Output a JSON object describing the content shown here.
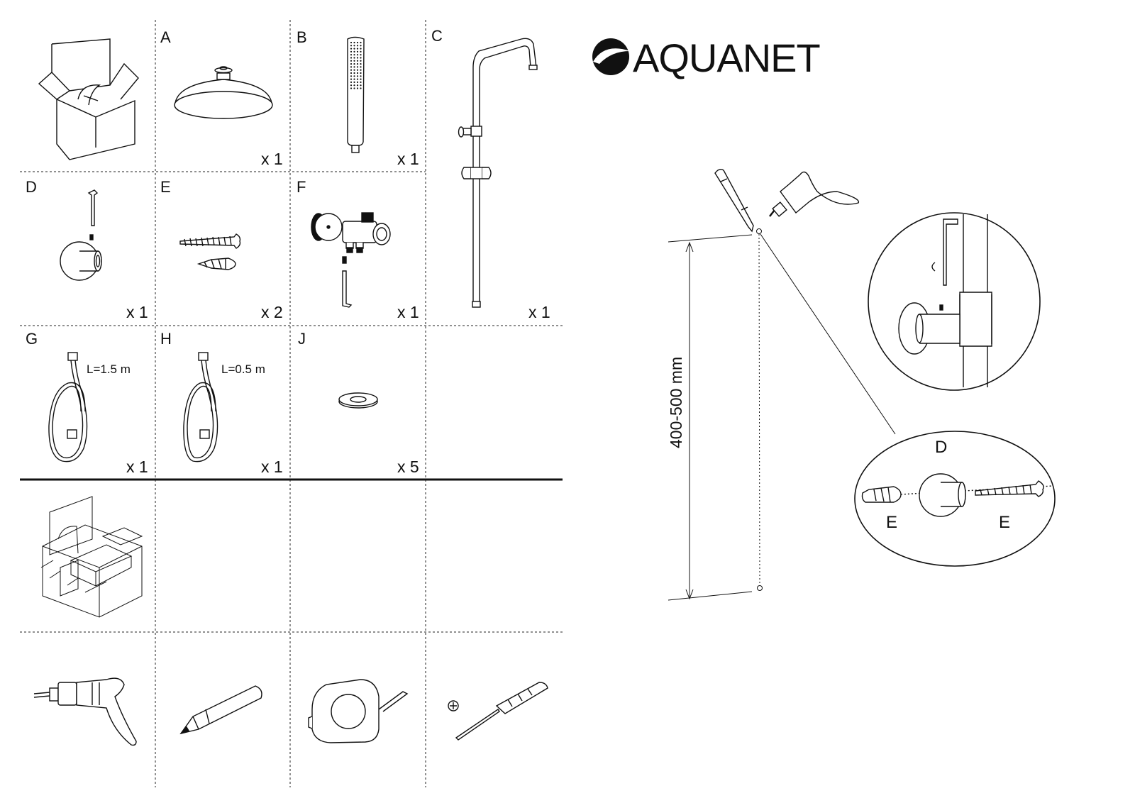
{
  "brand": {
    "name": "AQUANET"
  },
  "parts": [
    {
      "id": "A",
      "qty": "x 1",
      "icon": "rain-shower-head-icon"
    },
    {
      "id": "B",
      "qty": "x 1",
      "icon": "hand-shower-icon"
    },
    {
      "id": "C",
      "qty": "x 1",
      "icon": "shower-riser-pipe-icon"
    },
    {
      "id": "D",
      "qty": "x 1",
      "icon": "wall-bracket-icon"
    },
    {
      "id": "E",
      "qty": "x 2",
      "icon": "screw-and-dowel-icon"
    },
    {
      "id": "F",
      "qty": "x 1",
      "icon": "diverter-valve-icon"
    },
    {
      "id": "G",
      "qty": "x 1",
      "length": "L=1.5 m",
      "icon": "shower-hose-icon"
    },
    {
      "id": "H",
      "qty": "x 1",
      "length": "L=0.5 m",
      "icon": "shower-hose-icon"
    },
    {
      "id": "J",
      "qty": "x 5",
      "icon": "washer-icon"
    }
  ],
  "tools": [
    "drill-icon",
    "pencil-icon",
    "tape-measure-icon",
    "phillips-screwdriver-icon"
  ],
  "install": {
    "dimension": "400-500 mm",
    "detail_label_d": "D",
    "detail_label_e_left": "E",
    "detail_label_e_right": "E"
  }
}
